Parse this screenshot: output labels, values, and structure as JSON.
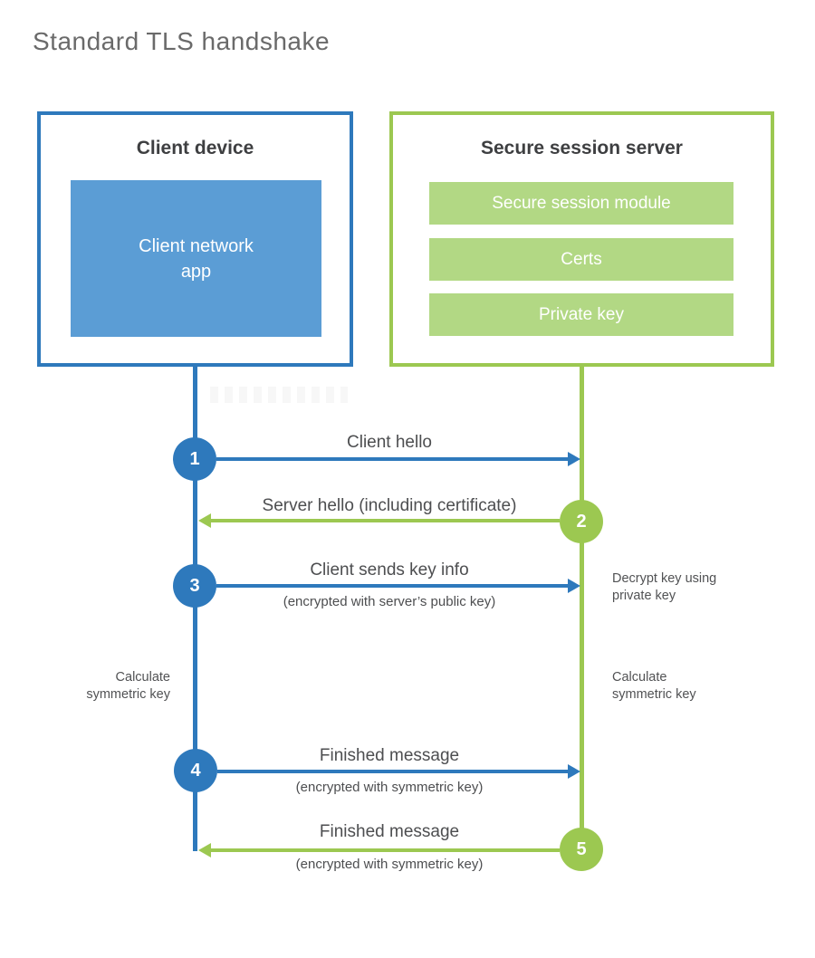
{
  "title": "Standard TLS handshake",
  "colors": {
    "blue": "#2e79bc",
    "blue-fill": "#5b9dd5",
    "green": "#9cc851",
    "green-fill": "#b2d884",
    "heading": "#3e3f41",
    "title-color": "#6a6a6a",
    "label": "#4d4e50",
    "note": "#515254"
  },
  "client": {
    "heading": "Client device",
    "app_label": "Client network\napp"
  },
  "server": {
    "heading": "Secure session server",
    "modules": [
      "Secure session module",
      "Certs",
      "Private key"
    ]
  },
  "steps": [
    {
      "num": "1",
      "label": "Client hello",
      "sub": ""
    },
    {
      "num": "2",
      "label": "Server hello (including certificate)",
      "sub": ""
    },
    {
      "num": "3",
      "label": "Client sends key info",
      "sub": "(encrypted with server’s public key)"
    },
    {
      "num": "4",
      "label": "Finished message",
      "sub": "(encrypted with symmetric key)"
    },
    {
      "num": "5",
      "label": "Finished message",
      "sub": "(encrypted with symmetric key)"
    }
  ],
  "notes": {
    "decrypt": "Decrypt key using\nprivate key",
    "calc_left": "Calculate\nsymmetric key",
    "calc_right": "Calculate\nsymmetric key"
  }
}
